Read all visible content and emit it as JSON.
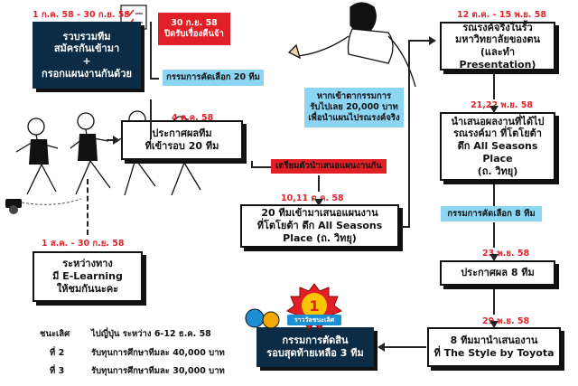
{
  "dates": {
    "d1": "1 ก.ค. 58 - 30 ก.ย. 58",
    "d2": "4 ต.ค. 58",
    "d3": "10,11 ต.ค. 58",
    "d4": "12 ต.ค. - 15 พ.ย. 58",
    "d5": "21,22 พ.ย. 58",
    "d6": "23 พ.ย. 58",
    "d7": "29 พ.ย. 58",
    "d8": "1 ส.ค. - 30 ก.ย. 58"
  },
  "steps": {
    "s1": "รวบรวมทีม\nสมัครกันเข้ามา\n+\nกรอกแผนงานกันด้วย",
    "s2": "ประกาศผลทีม\nที่เข้ารอบ 20 ทีม",
    "s3": "20 ทีมเข้ามาเสนอแผนงาน\nที่โตโยต้า ตึก All Seasons\nPlace (ถ. วิทยุ)",
    "s4": "รณรงค์จริงในรั้ว\nมหาวิทยาลัยของตน\n(และทำ Presentation)",
    "s5": "นำเสนอผลงานที่ได้ไป\nรณรงค์มา ที่โตโยต้า\nตึก All Seasons Place\n(ถ. วิทยุ)",
    "s6": "ประกาศผล 8 ทีม",
    "s7": "8 ทีมมานำเสนองาน\nที่ The Style by Toyota",
    "s8": "กรรมการตัดสิน\nรอบสุดท้ายเหลือ 3 ทีม",
    "s9": "ระหว่างทาง\nมี E-Learning\nให้ชมกันนะคะ"
  },
  "tags": {
    "t1": "30 ก.ย. 58\nปิดรับเรื่องคืนจ้า",
    "t2": "กรรมการคัดเลือก 20 ทีม",
    "t3": "เตรียมตัวนำเสนอแผนงานกัน",
    "t4": "หากเข้าตากรรมการ\nรับไปเลย 20,000 บาท\nเพื่อนำแผนไปรณรงค์จริง",
    "t5": "กรรมการคัดเลือก 8 ทีม"
  },
  "badge": {
    "number": "1",
    "text": "ราววัลชนะเลิศ"
  },
  "prizes": [
    {
      "rank": "ชนะเลิศ",
      "detail": "ไปญี่ปุ่น ระหว่าง 6-12 ธ.ค. 58"
    },
    {
      "rank": "ที่ 2",
      "detail": "รับทุนการศึกษาทีมละ 40,000 บาท"
    },
    {
      "rank": "ที่ 3",
      "detail": "รับทุนการศึกษาทีมละ 30,000 บาท"
    }
  ],
  "colors": {
    "date_red": "#e3232b",
    "tag_red": "#e01f26",
    "tag_blue": "#8cd6f3",
    "dark_box": "#0c2b45"
  }
}
